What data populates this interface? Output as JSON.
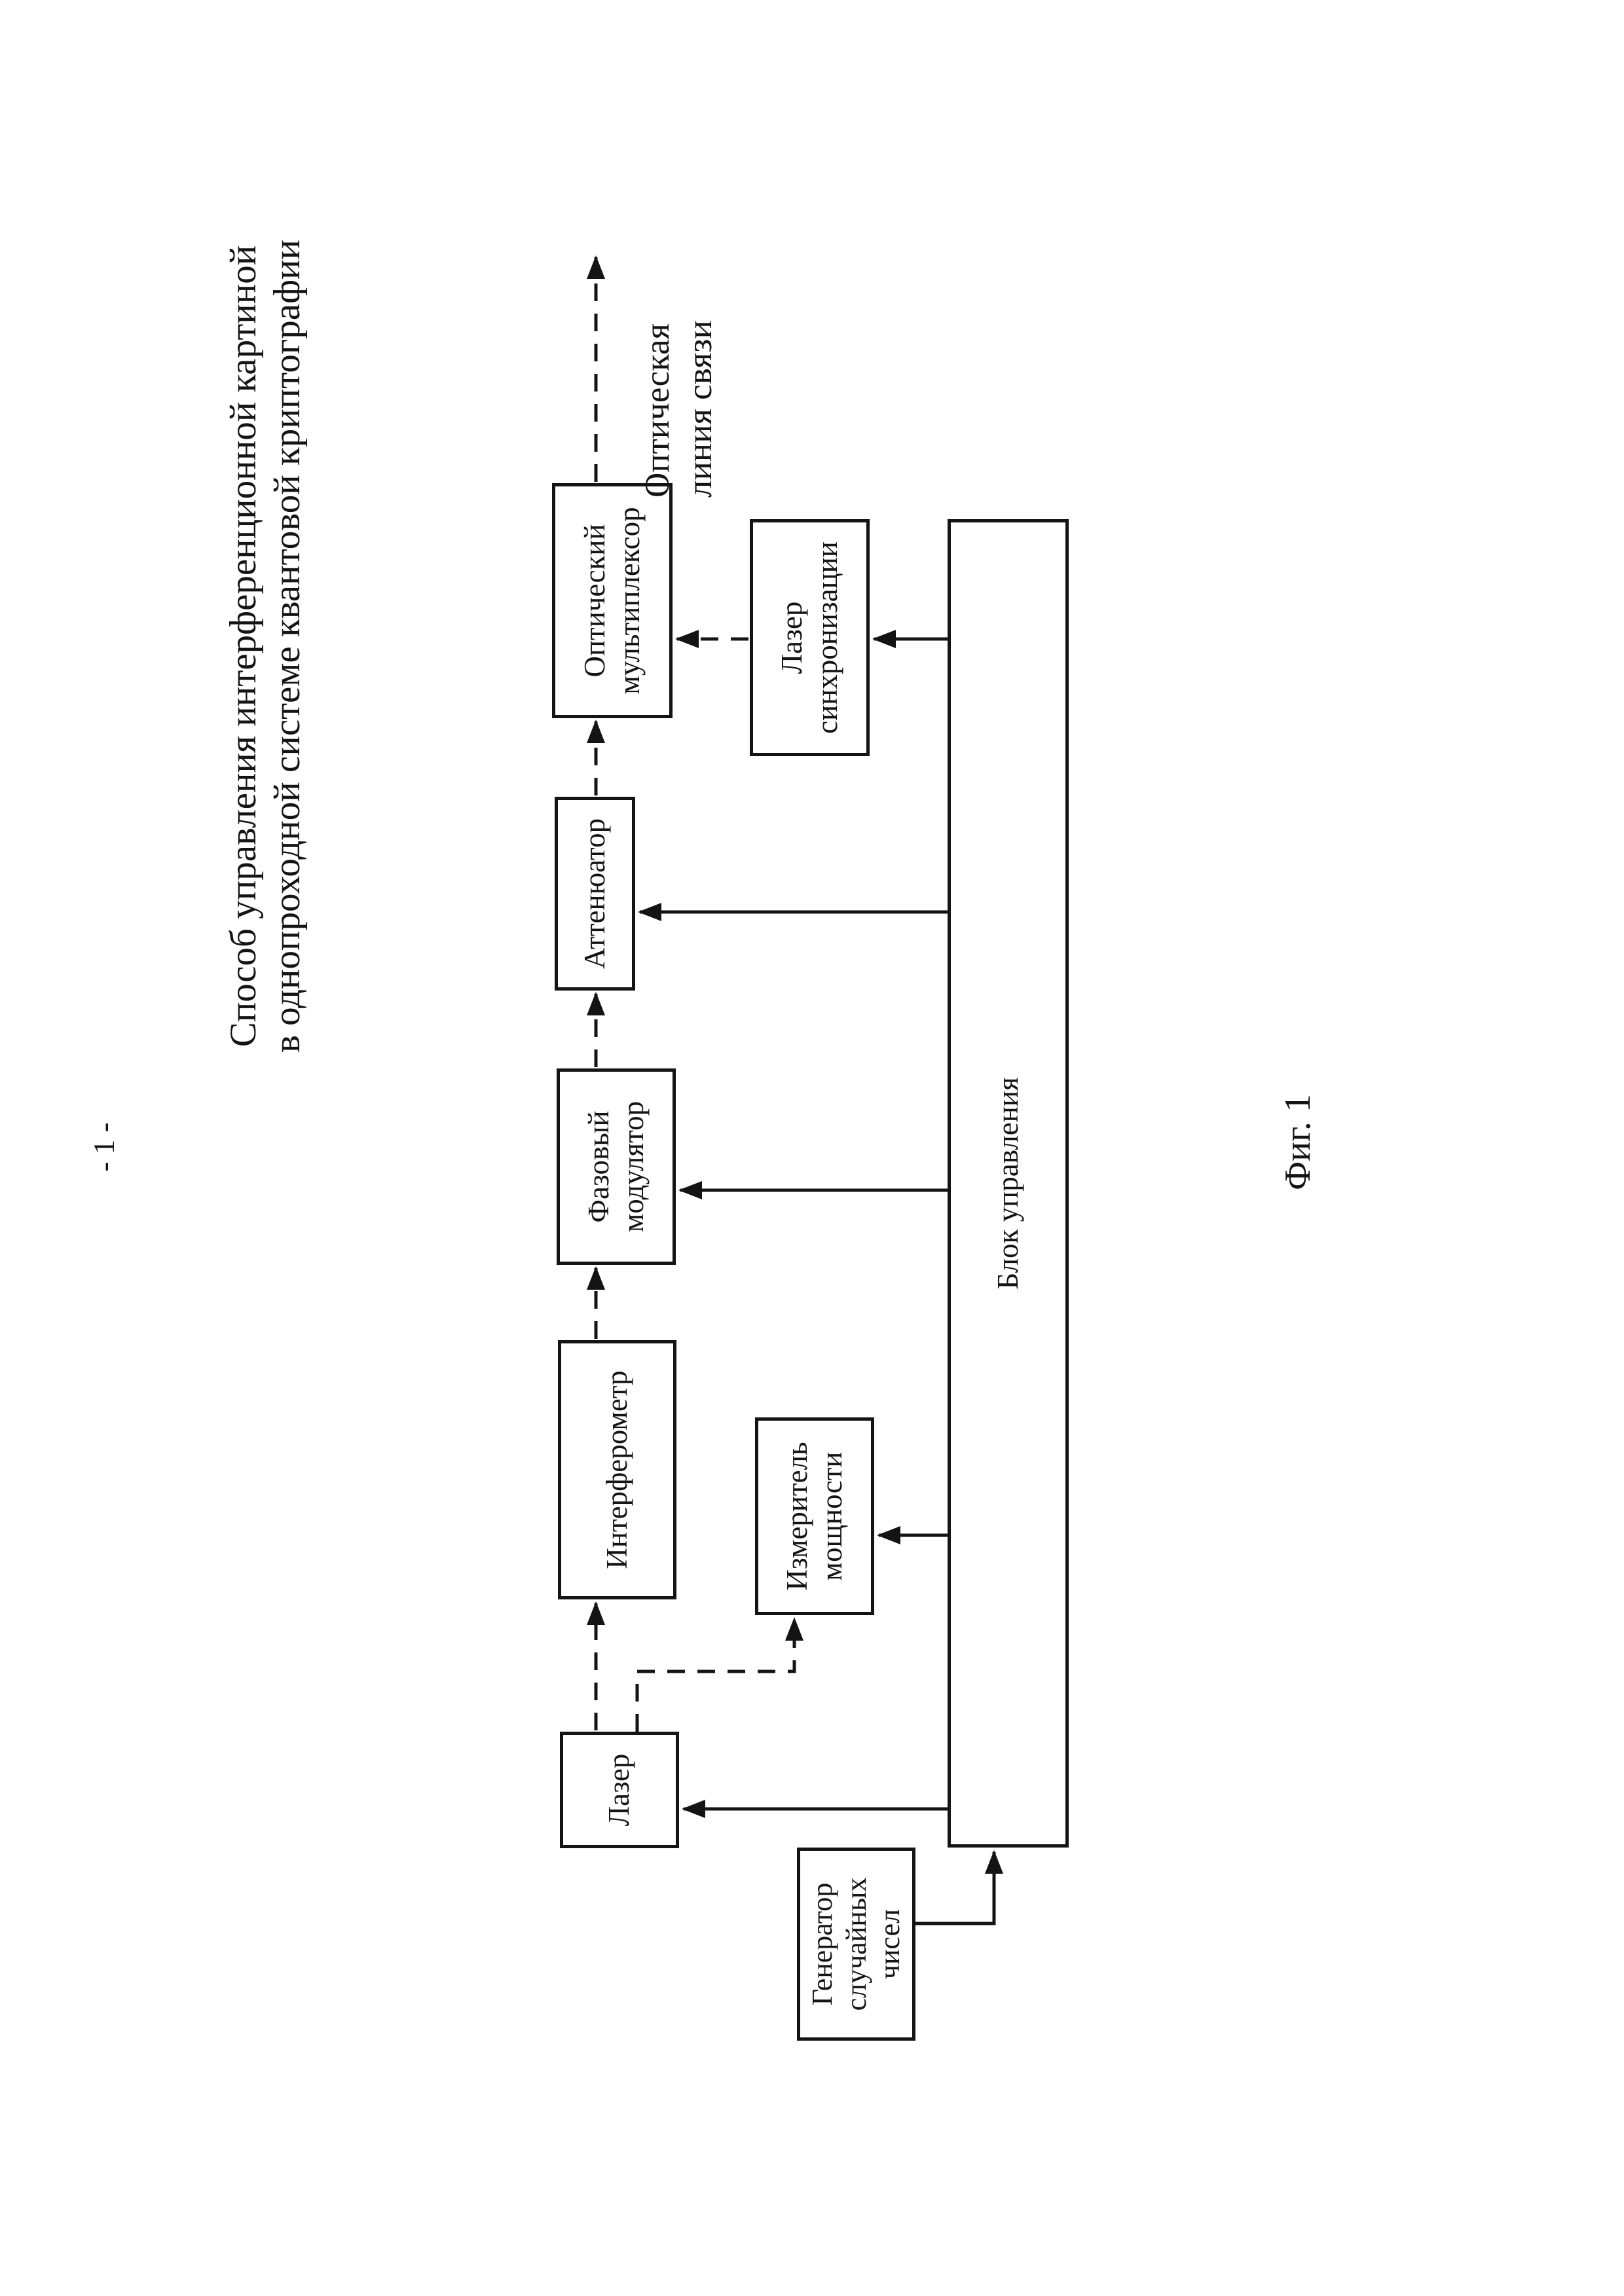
{
  "page": {
    "number_label": "- 1 -",
    "title_line1": "Способ управления интерференционной картиной",
    "title_line2": "в однопроходной системе квантовой криптографии",
    "figure_caption": "Фиг. 1"
  },
  "figure": {
    "output_label": "Оптическая линия связи",
    "blocks": {
      "laser": {
        "label": "Лазер"
      },
      "interferometer": {
        "label": "Интерферометр"
      },
      "phase_modulator": {
        "label": "Фазовый модулятор"
      },
      "attenuator": {
        "label": "Аттенюатор"
      },
      "optical_multiplexer": {
        "label": "Оптический мультиплексор"
      },
      "sync_laser": {
        "label": "Лазер синхронизации"
      },
      "power_meter": {
        "label": "Измеритель мощности"
      },
      "random_number_generator": {
        "label": "Генератор случайных чисел"
      },
      "control_unit": {
        "label": "Блок управления"
      }
    },
    "colors": {
      "ink": "#141414",
      "paper": "#ffffff"
    }
  }
}
